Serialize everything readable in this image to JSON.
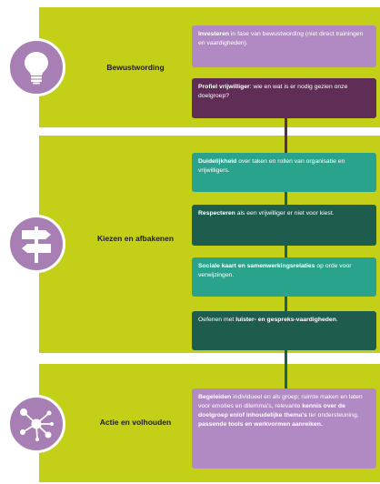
{
  "phases": [
    {
      "label": "Bewustwording",
      "icon": "lightbulb-icon"
    },
    {
      "label": "Kiezen en afbakenen",
      "icon": "signpost-icon"
    },
    {
      "label": "Actie en volhouden",
      "icon": "network-icon"
    }
  ],
  "steps": [
    {
      "bold": "Investeren",
      "rest": " in fase van bewustwording (niet direct trainingen en vaardigheden)."
    },
    {
      "bold": "Profiel vrijwilliger",
      "rest": ": wie en wat is er nodig gezien onze doelgroep?"
    },
    {
      "bold": "Duidelijkheid",
      "rest": " over taken en rollen van organisatie en vrijwilligers."
    },
    {
      "bold": "Respecteren",
      "rest": " als een vrijwilliger er niet voor kiest."
    },
    {
      "bold": "Sociale kaart en samenwerkingsrelaties",
      "rest": " op orde voor verwijzingen."
    },
    {
      "pre": "Oefenen met ",
      "bold": "luister- en gespreks-vaardigheden",
      "rest": "."
    },
    {
      "bold": "Begeleiden",
      "mid1": " individueel en als groep; ruimte maken en laten voor emoties en dilemma's, relevante ",
      "bold2": "kennis over de doelgroep en/of inhoudelijke thema's",
      "mid2": " ter ondersteuning, ",
      "bold3": "passende tools en werkvormen aanreiken."
    }
  ],
  "colors": {
    "band": "#c4cf18",
    "circle": "#a77fb4",
    "purple_light": "#b28ac3",
    "purple_dark": "#5f2d55",
    "teal_light": "#2aa38c",
    "teal_dark": "#1e5c4d"
  }
}
